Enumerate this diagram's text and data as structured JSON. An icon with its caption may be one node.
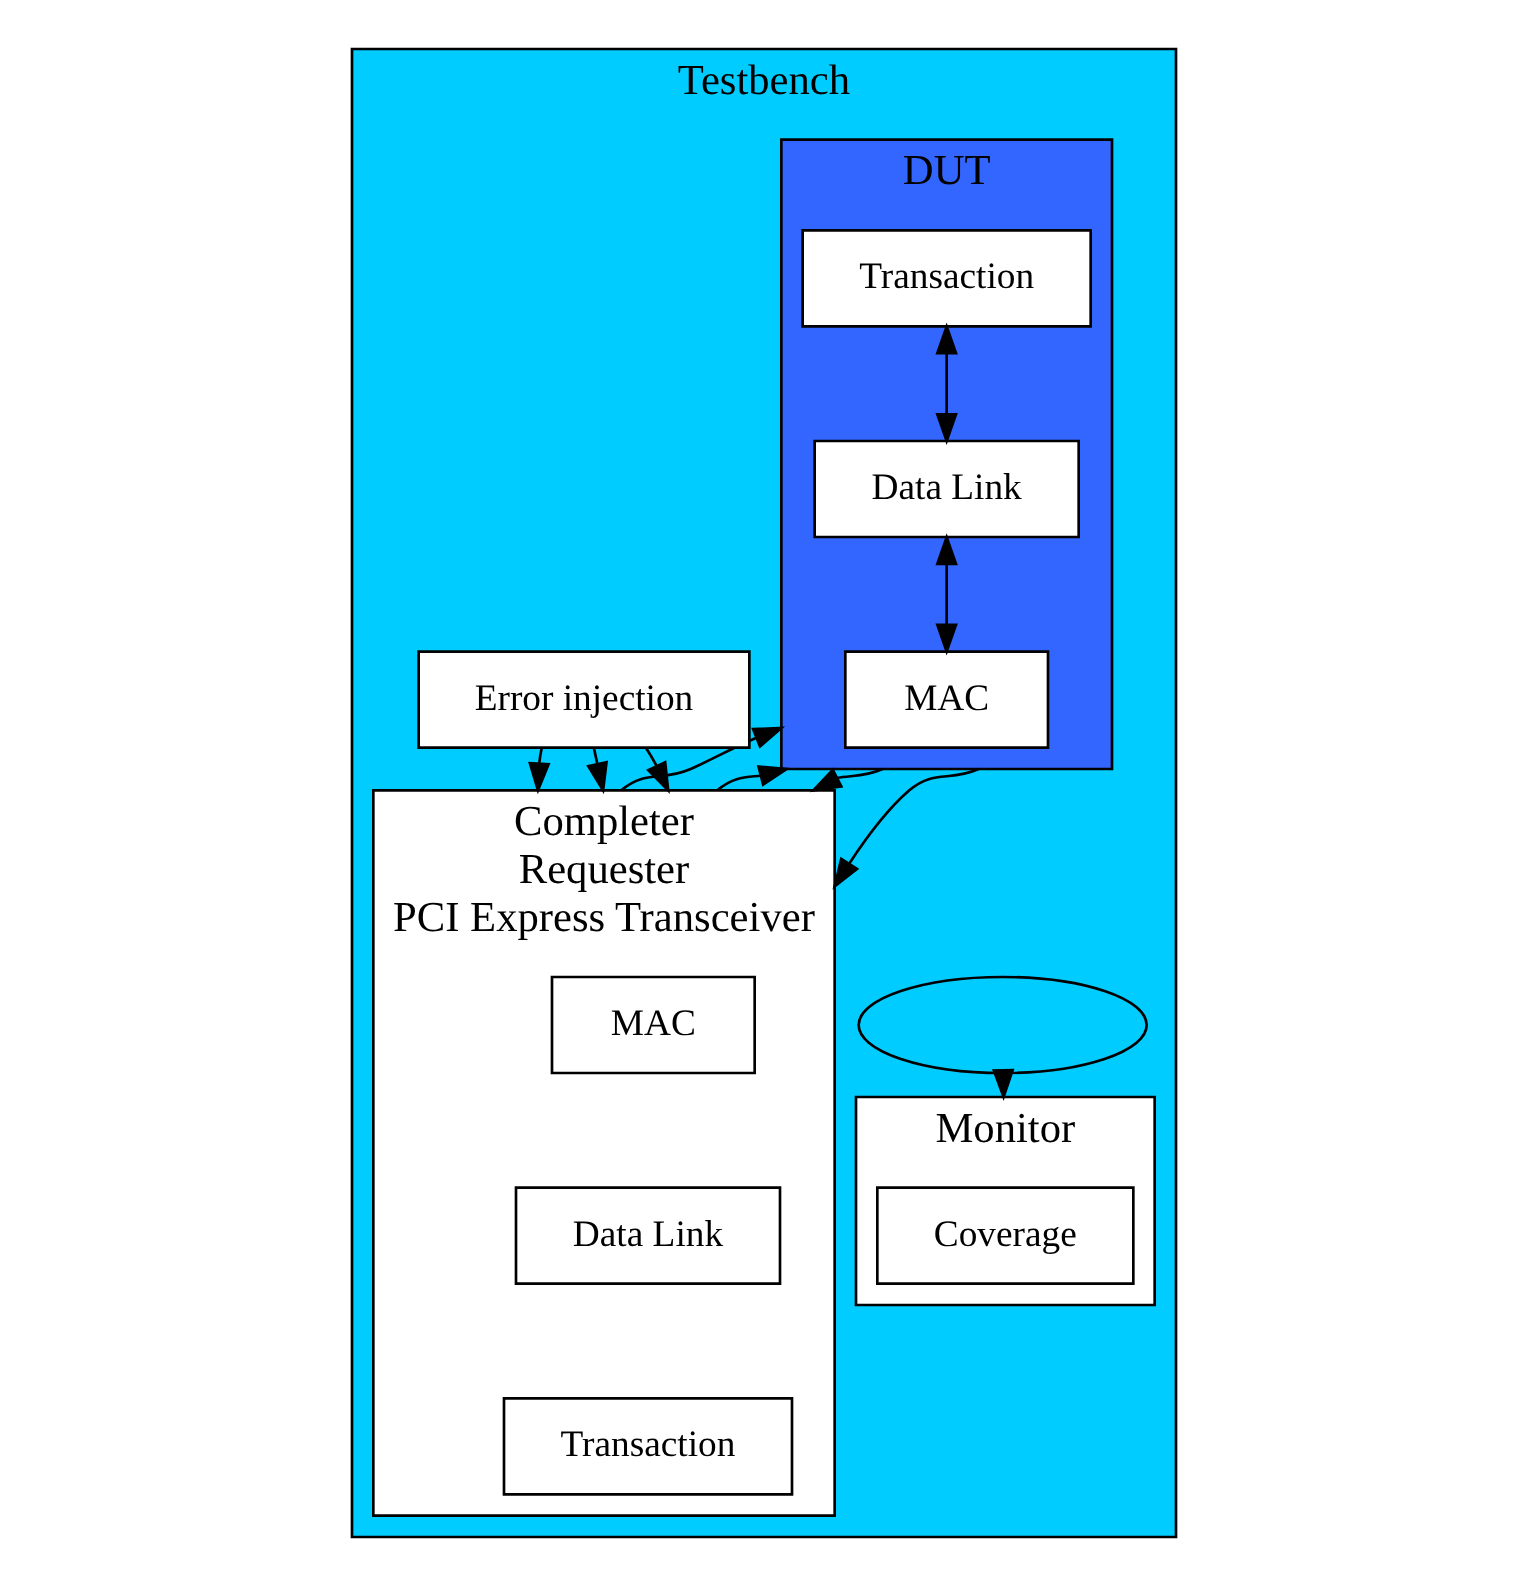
{
  "diagram": {
    "nodes": [
      {
        "text": [
          "Testbench"
        ]
      },
      {
        "text": [
          "DUT"
        ],
        "in": 0
      },
      {
        "text": [
          "Transaction"
        ],
        "in": 1
      },
      {
        "text": [
          "Data Link"
        ],
        "in": 1
      },
      {
        "text": [
          "MAC"
        ],
        "in": 1
      },
      {
        "text": [
          "Monitor"
        ],
        "in": 0
      },
      {
        "text": [
          "Coverage"
        ],
        "in": 5
      },
      {
        "text": [
          "Completer",
          "Requester",
          "PCI Express Transceiver"
        ],
        "in": 0
      },
      {
        "text": [
          "MAC"
        ],
        "in": 7
      },
      {
        "text": [
          "Data Link"
        ],
        "in": 7
      },
      {
        "text": [
          "Transaction"
        ],
        "in": 7
      },
      {
        "text": [
          "Error injection"
        ],
        "in": 0
      },
      {
        "text": [],
        "shape": "ellipse",
        "in": 0
      }
    ],
    "edges": [
      {
        "from": 2,
        "to": 3,
        "arrow": "both"
      },
      {
        "from": 3,
        "to": 4,
        "arrow": "both"
      },
      {
        "from": 7,
        "to": 1,
        "arrow": "to"
      },
      {
        "from": 7,
        "to": 1,
        "arrow": "to"
      },
      {
        "from": 1,
        "to": 7,
        "arrow": "to"
      },
      {
        "from": 1,
        "to": 7,
        "arrow": "to"
      },
      {
        "from": 12,
        "to": 5,
        "arrow": "to"
      },
      {
        "from": 11,
        "to": 7,
        "arrow": "to"
      },
      {
        "from": 11,
        "to": 7,
        "arrow": "to"
      },
      {
        "from": 11,
        "to": 7,
        "arrow": "to"
      }
    ]
  }
}
